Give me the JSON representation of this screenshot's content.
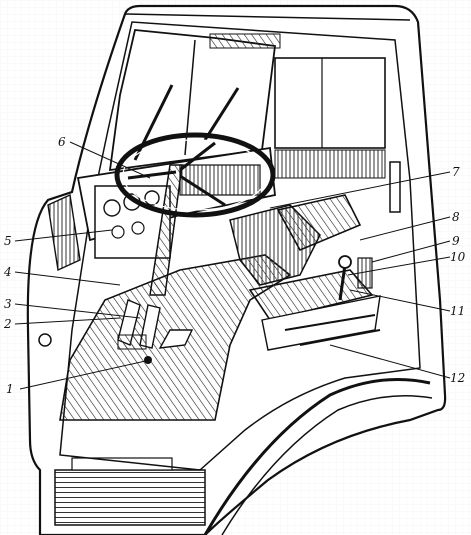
{
  "callouts": [
    {
      "id": "c1",
      "text": "1"
    },
    {
      "id": "c2",
      "text": "2"
    },
    {
      "id": "c3",
      "text": "3"
    },
    {
      "id": "c4",
      "text": "4"
    },
    {
      "id": "c5",
      "text": "5"
    },
    {
      "id": "c6",
      "text": "6"
    },
    {
      "id": "c7",
      "text": "7"
    },
    {
      "id": "c8",
      "text": "8"
    },
    {
      "id": "c9",
      "text": "9"
    },
    {
      "id": "c10",
      "text": "10"
    },
    {
      "id": "c11",
      "text": "11"
    },
    {
      "id": "c12",
      "text": "12"
    }
  ],
  "parts": {
    "cab": "truck-cab-body",
    "door_opening": "left-door-opening",
    "windshield": "windshield",
    "wipers": "windshield-wipers",
    "steering_wheel": "steering-wheel",
    "instrument_panel": "instrument-panel",
    "pedals": "control-pedals",
    "floor": "cab-floor",
    "seat": "driver-seat",
    "gear_lever": "gear-shift-lever",
    "rear_window": "rear-window"
  }
}
